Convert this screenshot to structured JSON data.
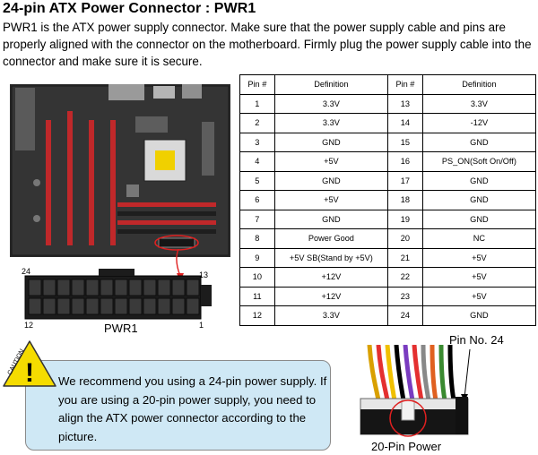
{
  "title": "24-pin ATX Power Connector : PWR1",
  "intro": "PWR1 is the ATX power supply connector. Make sure that the power supply cable and pins are properly aligned with the connector on the motherboard. Firmly plug the power supply cable into the connector and make sure it is secure.",
  "connector": {
    "label_top_left": "24",
    "label_top_right": "13",
    "label_bottom_left": "12",
    "label_bottom_right": "1",
    "caption": "PWR1"
  },
  "table": {
    "headers": [
      "Pin #",
      "Definition",
      "Pin #",
      "Definition"
    ],
    "rows": [
      [
        "1",
        "3.3V",
        "13",
        "3.3V"
      ],
      [
        "2",
        "3.3V",
        "14",
        "-12V"
      ],
      [
        "3",
        "GND",
        "15",
        "GND"
      ],
      [
        "4",
        "+5V",
        "16",
        "PS_ON(Soft On/Off)"
      ],
      [
        "5",
        "GND",
        "17",
        "GND"
      ],
      [
        "6",
        "+5V",
        "18",
        "GND"
      ],
      [
        "7",
        "GND",
        "19",
        "GND"
      ],
      [
        "8",
        "Power Good",
        "20",
        "NC"
      ],
      [
        "9",
        "+5V SB(Stand by +5V)",
        "21",
        "+5V"
      ],
      [
        "10",
        "+12V",
        "22",
        "+5V"
      ],
      [
        "11",
        "+12V",
        "23",
        "+5V"
      ],
      [
        "12",
        "3.3V",
        "24",
        "GND"
      ]
    ]
  },
  "caution": {
    "icon_text": "CAUTION",
    "icon_mark": "!",
    "text": "We recommend you using a 24-pin power supply. If you are using a 20-pin power supply, you need to align the ATX power connector according to the picture."
  },
  "photo": {
    "pin_label": "Pin No. 24",
    "caption": "20-Pin Power"
  },
  "colors": {
    "caution_bg": "#cfe8f5",
    "caution_triangle": "#f5dc00",
    "highlight_red": "#e02020"
  },
  "icons": [
    "caution-icon",
    "motherboard-image",
    "connector-image",
    "power-cable-image"
  ]
}
